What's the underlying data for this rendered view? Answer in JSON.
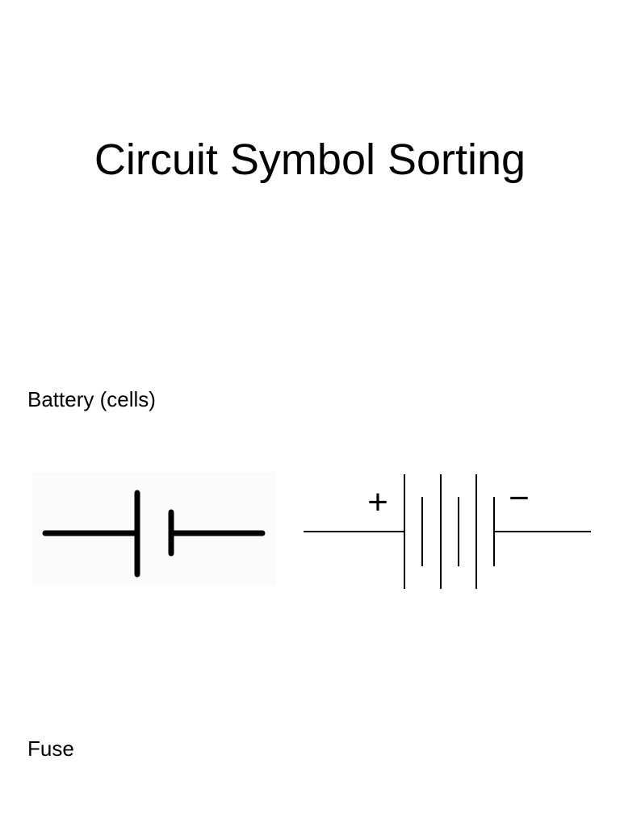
{
  "title": "Circuit Symbol Sorting",
  "sections": [
    {
      "label": "Battery (cells)",
      "symbols": [
        {
          "icon": "single-cell-symbol-icon"
        },
        {
          "icon": "multi-cell-battery-symbol-icon",
          "positive_sign": "+",
          "negative_sign": "−"
        }
      ]
    },
    {
      "label": "Fuse",
      "symbols": []
    }
  ],
  "colors": {
    "background": "#ffffff",
    "ink": "#000000"
  }
}
